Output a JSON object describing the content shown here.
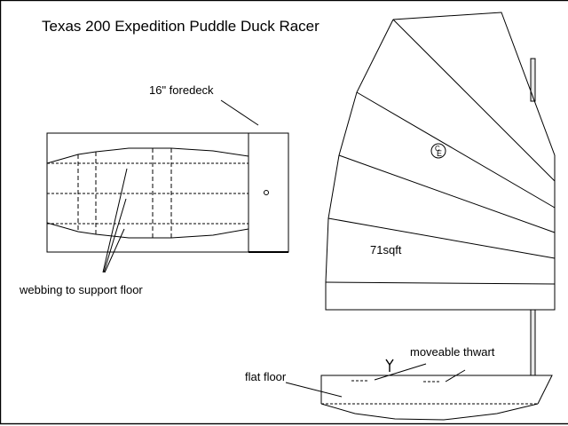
{
  "title": "Texas 200 Expedition Puddle Duck Racer",
  "labels": {
    "foredeck": "16\" foredeck",
    "webbing": "webbing to support floor",
    "sail_area": "71sqft",
    "center_of_effort": "CE",
    "moveable_thwart": "moveable thwart",
    "flat_floor": "flat floor"
  },
  "colors": {
    "line": "#000000",
    "background": "#ffffff",
    "mast_fill": "#e8e8e8"
  }
}
